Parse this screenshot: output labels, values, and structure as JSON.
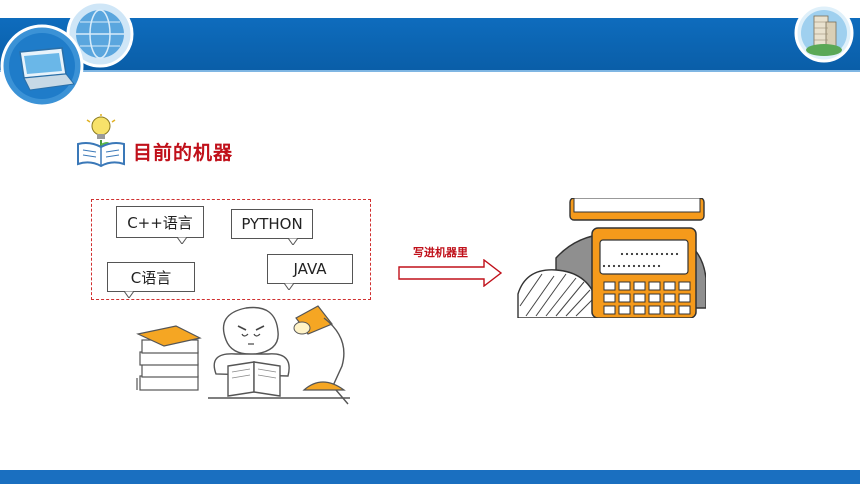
{
  "header": {
    "colors": {
      "bar": "#0e6cbd",
      "accent": "#c0101a"
    }
  },
  "section": {
    "title": "目前的机器"
  },
  "languages": [
    {
      "label": "C++语言"
    },
    {
      "label": "PYTHON"
    },
    {
      "label": "C语言"
    },
    {
      "label": "JAVA"
    }
  ],
  "flow": {
    "arrow_label": "写进机器里"
  },
  "icons": {
    "left_logo": "laptop-globe-icon",
    "right_logo": "building-badge-icon",
    "section": "lightbulb-book-icon",
    "arrow": "right-arrow-icon"
  }
}
